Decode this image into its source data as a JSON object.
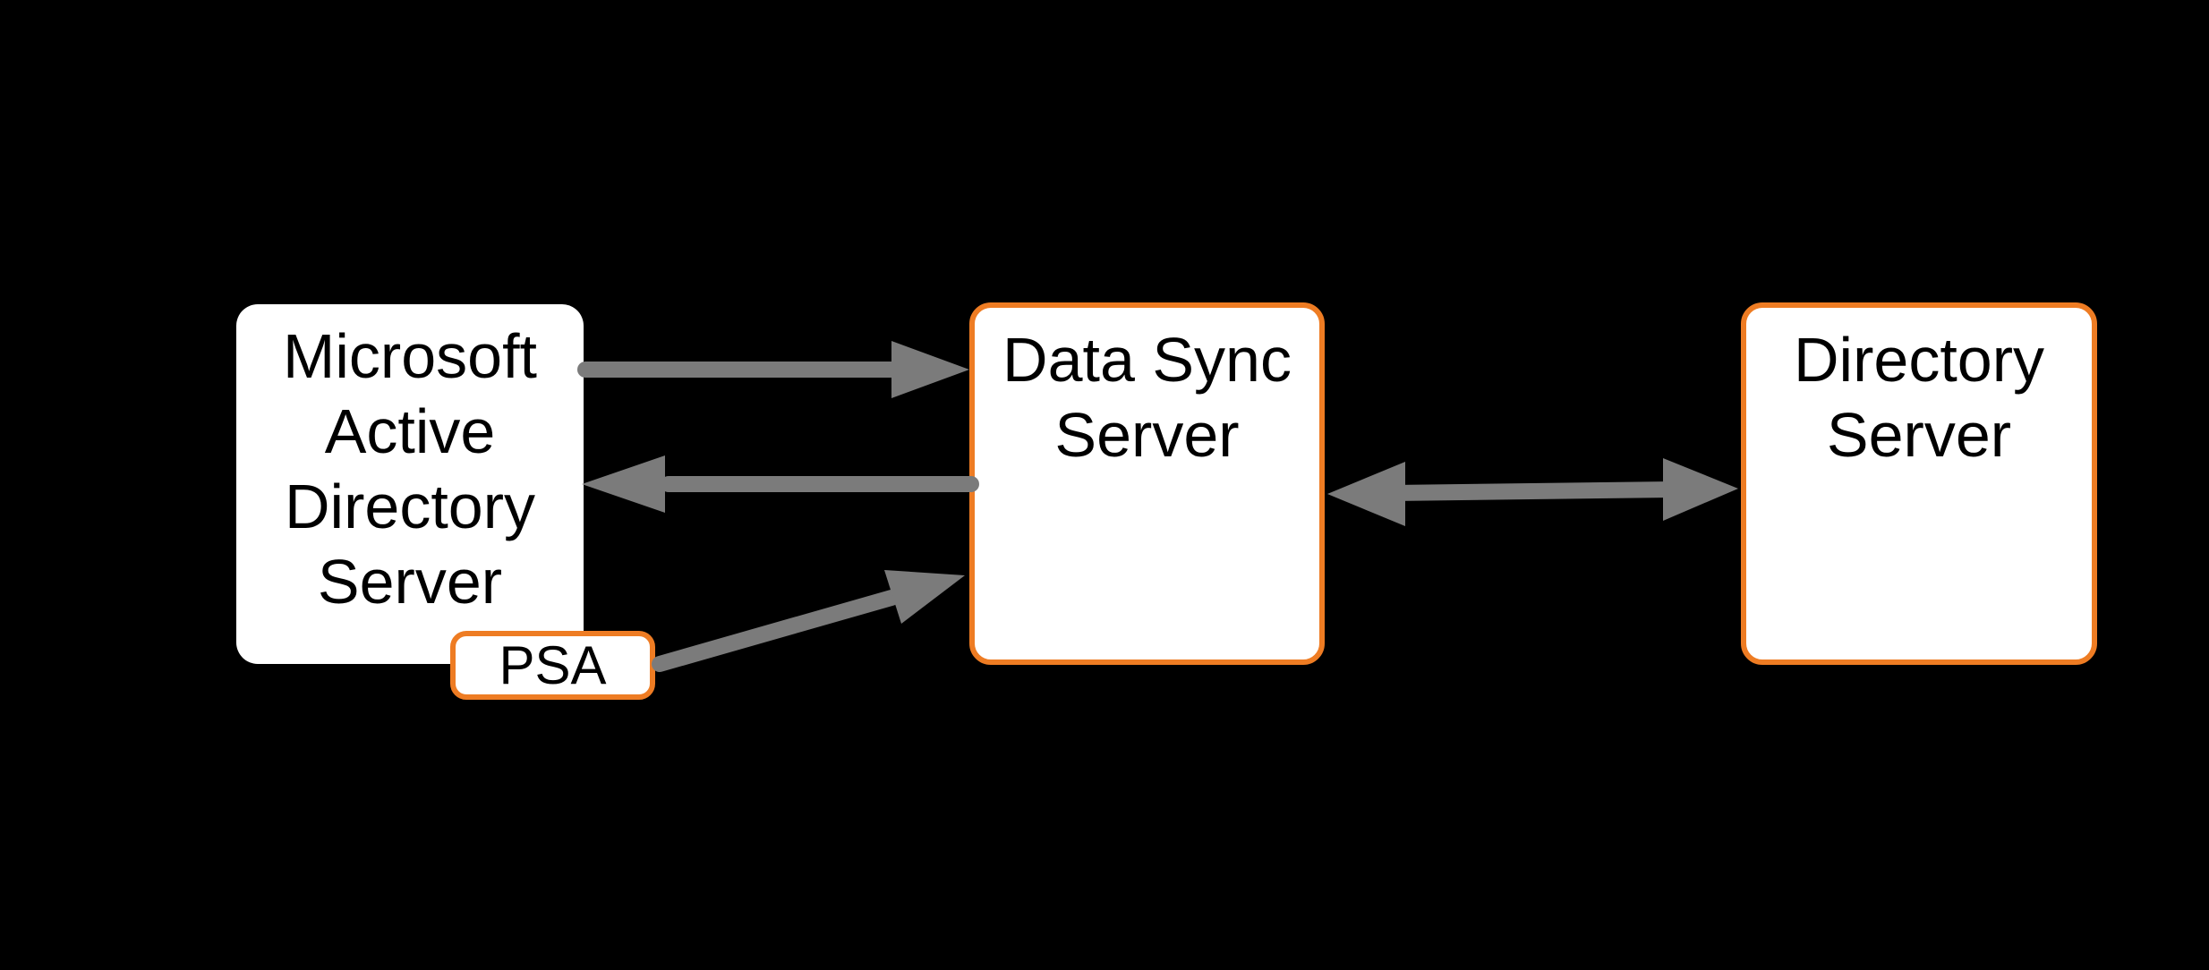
{
  "colors": {
    "background": "#000000",
    "node_fill": "#FFFFFF",
    "node_border_orange": "#EE7C23",
    "arrow_gray": "#7B7B7B",
    "label_text": "#000000"
  },
  "nodes": {
    "active_directory": {
      "label": "Microsoft Active Directory Server"
    },
    "data_sync": {
      "label": "Data Sync Server"
    },
    "directory": {
      "label": "Directory Server"
    },
    "psa": {
      "label": "PSA"
    }
  },
  "connections": [
    {
      "from": "active_directory",
      "to": "data_sync",
      "direction": "one-way"
    },
    {
      "from": "data_sync",
      "to": "active_directory",
      "direction": "one-way"
    },
    {
      "from": "psa",
      "to": "data_sync",
      "direction": "one-way"
    },
    {
      "from": "data_sync",
      "to": "directory",
      "direction": "two-way"
    }
  ]
}
